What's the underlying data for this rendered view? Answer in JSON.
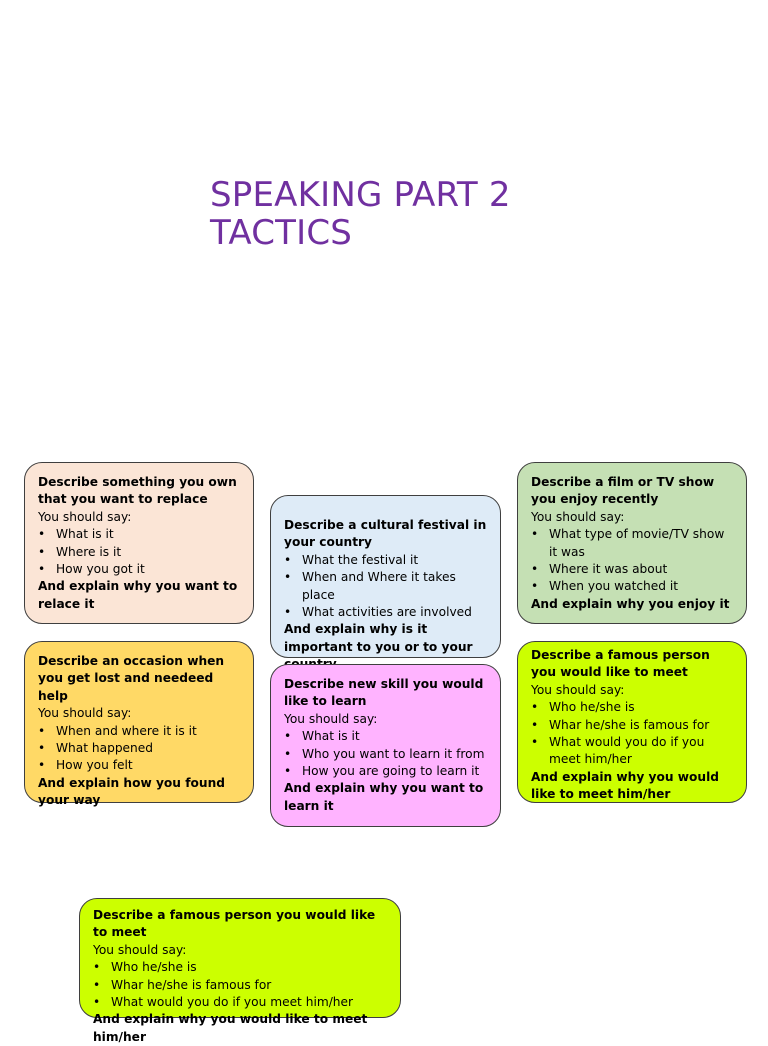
{
  "title": {
    "line1": "SPEAKING PART 2",
    "line2": "TACTICS"
  },
  "colors": {
    "title": "#7030a0",
    "card_peach": "#fbe5d6",
    "card_blue": "#deebf7",
    "card_green": "#c5e0b4",
    "card_orange": "#ffd966",
    "card_pink": "#ffb3ff",
    "card_lime": "#ccff00"
  },
  "cards": [
    {
      "heading": "Describe something you own that you want to replace",
      "prompt": "You should say:",
      "bullets": [
        "What is it",
        "Where is it",
        "How you got it"
      ],
      "closing": "And explain why you want to relace it",
      "color": "#fbe5d6"
    },
    {
      "heading": "Describe a cultural festival in your country",
      "prompt": "",
      "bullets": [
        "What the festival it",
        "When and Where it takes place",
        "What activities are involved"
      ],
      "closing": "And explain why is it important to you or to your country",
      "color": "#deebf7"
    },
    {
      "heading": "Describe a film or TV show you enjoy recently",
      "prompt": "You should say:",
      "bullets": [
        "What type of movie/TV show it was",
        "Where it was about",
        "When you watched it"
      ],
      "closing": "And explain why you enjoy it",
      "color": "#c5e0b4"
    },
    {
      "heading": "Describe an occasion when you get lost and needeed help",
      "prompt": "You should say:",
      "bullets": [
        "When and where it is it",
        "What happened",
        "How you felt"
      ],
      "closing": "And explain how you found your way",
      "color": "#ffd966"
    },
    {
      "heading": "Describe new skill you would like to learn",
      "prompt": "You should say:",
      "bullets": [
        "What is it",
        "Who you want to learn it from",
        "How you are going to learn it"
      ],
      "closing": "And explain why you want to learn it",
      "color": "#ffb3ff"
    },
    {
      "heading": "Describe a famous person you would like to meet",
      "prompt": "You should say:",
      "bullets": [
        "Who he/she is",
        "Whar he/she is famous for",
        "What would you do if you meet him/her"
      ],
      "closing": "And explain why you would like to meet him/her",
      "color": "#ccff00"
    },
    {
      "heading": "Describe a famous person you would like to meet",
      "prompt": "You should say:",
      "bullets": [
        "Who he/she is",
        "Whar he/she is famous for",
        "What would you do if you meet him/her"
      ],
      "closing": "And explain why you would like to meet him/her",
      "color": "#ccff00"
    }
  ]
}
